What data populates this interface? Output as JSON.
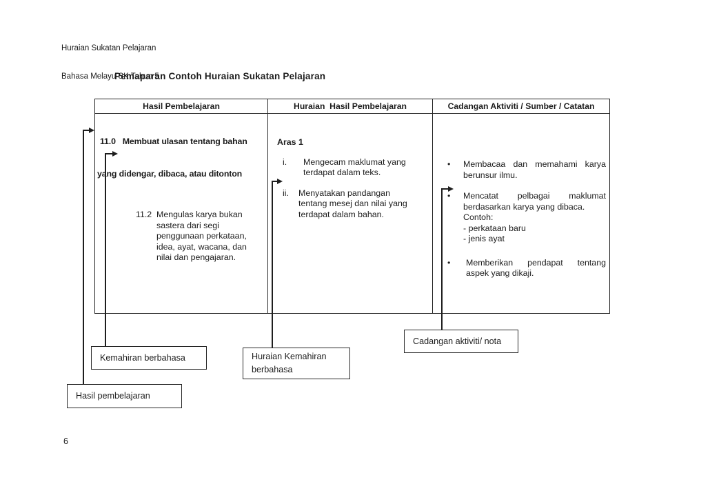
{
  "header": {
    "line1": "Huraian Sukatan Pelajaran",
    "line2": "Bahasa Melayu SK Tahun 5"
  },
  "title": "Pemaparan Contoh Huraian Sukatan Pelajaran",
  "table": {
    "headers": [
      "Hasil Pembelajaran",
      "Huraian  Hasil Pembelajaran",
      "Cadangan Aktiviti / Sumber / Catatan"
    ],
    "learning_outcome": {
      "heading_line1": "11.0   Membuat ulasan tentang bahan",
      "heading_line2": "yang didengar, dibaca, atau ditonton",
      "sub_item": {
        "number": "11.2",
        "lines": [
          "Mengulas karya bukan",
          "sastera dari segi",
          "penggunaan perkataan,",
          "idea, ayat, wacana, dan",
          "nilai dan pengajaran."
        ]
      }
    },
    "description": {
      "level_heading": "Aras 1",
      "items": [
        {
          "marker": "i.",
          "lines": [
            "Mengecam maklumat yang",
            "terdapat dalam teks."
          ]
        },
        {
          "marker": "ii.",
          "lines": [
            "Menyatakan pandangan",
            "tentang mesej dan nilai yang",
            "terdapat dalam bahan."
          ]
        }
      ]
    },
    "activities": {
      "bullet_char": "•",
      "bullets": [
        {
          "lines": [
            "Membacaa dan memahami karya",
            "berunsur ilmu."
          ]
        },
        {
          "lines": [
            "Mencatat pelbagai maklumat",
            "berdasarkan karya yang dibaca.",
            "Contoh:",
            "- perkataan baru",
            "- jenis ayat"
          ]
        },
        {
          "lines": [
            "Memberikan pendapat tentang",
            "aspek yang dikaji."
          ]
        }
      ]
    }
  },
  "callouts": {
    "kemahiran": "Kemahiran berbahasa",
    "huraian_line1": "Huraian Kemahiran",
    "huraian_line2": "berbahasa",
    "cadangan": "Cadangan aktiviti/ nota",
    "hasil": "Hasil pembelajaran"
  },
  "footer": {
    "page_number": "6"
  },
  "colors": {
    "ink": "#1c1c1c",
    "paper": "#ffffff"
  }
}
